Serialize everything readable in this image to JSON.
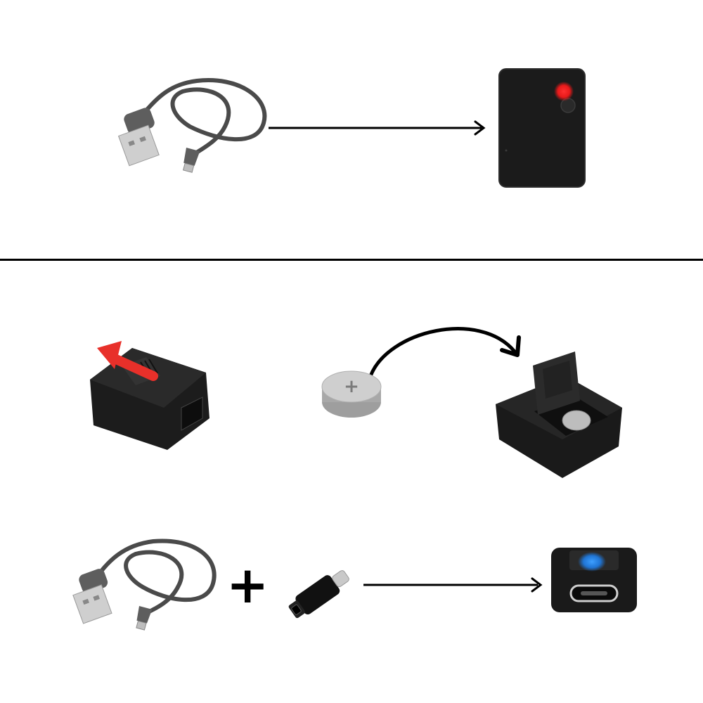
{
  "instructions": {
    "section_1": {
      "steps": [
        "usb-a-to-micro-usb-cable",
        "charge",
        "black-device-with-red-led"
      ],
      "colors": {
        "cable": "#5a5a5a",
        "device": "#1b1b1b",
        "led": "#ff1a1a",
        "arrow": "#000000"
      }
    },
    "section_2": {
      "steps": [
        "slide-open-lid",
        "insert-coin-cell-battery",
        "open-battery-compartment"
      ],
      "colors": {
        "direction_arrow": "#e8302a",
        "battery": "#bdbdbd"
      }
    },
    "section_3": {
      "steps": [
        "usb-a-to-micro-usb-cable",
        "usb-c-adapter",
        "charge",
        "device-usb-c-port-blue-led"
      ],
      "plus_symbol": "+",
      "colors": {
        "adapter": "#111111",
        "led": "#1e88ff"
      }
    },
    "divider_color": "#000000"
  }
}
